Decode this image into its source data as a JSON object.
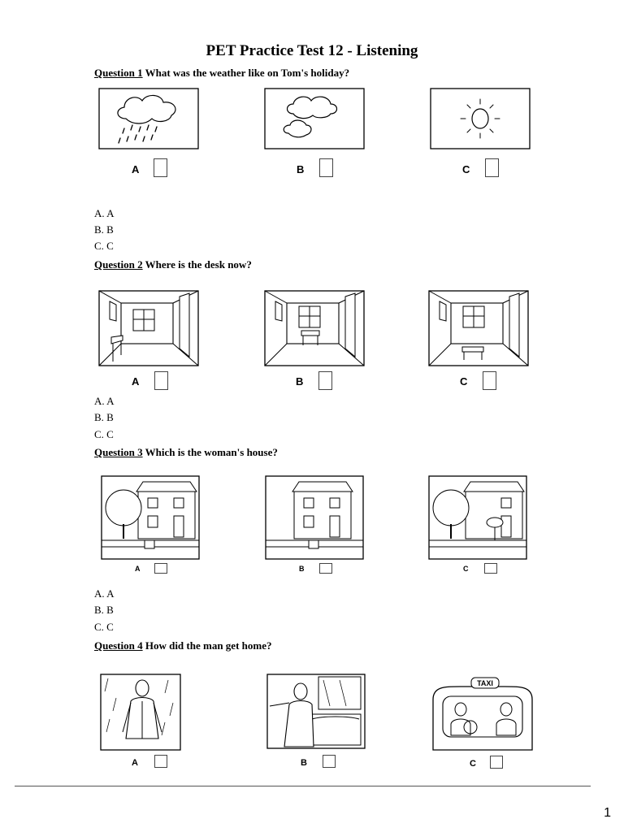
{
  "title": "PET Practice Test 12 - Listening",
  "page_number": "1",
  "questions": [
    {
      "number": "Question 1",
      "text": " What was the weather like on Tom's holiday?",
      "labels": [
        "A",
        "B",
        "C"
      ],
      "options": [
        "A. A",
        "B. B",
        "C. C"
      ]
    },
    {
      "number": "Question 2",
      "text": " Where is the desk now?",
      "labels": [
        "A",
        "B",
        "C"
      ],
      "options": [
        "A. A",
        "B. B",
        "C. C"
      ]
    },
    {
      "number": "Question 3",
      "text": " Which is the woman's house?",
      "labels": [
        "A",
        "B",
        "C"
      ],
      "options": [
        "A. A",
        "B. B",
        "C. C"
      ]
    },
    {
      "number": "Question 4",
      "text": "  How did the man get home?",
      "labels": [
        "A",
        "B",
        "C"
      ],
      "taxi_sign": "TAXI"
    }
  ]
}
